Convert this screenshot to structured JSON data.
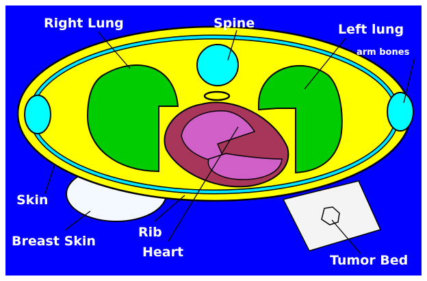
{
  "labels": {
    "right_lung": "Right Lung",
    "spine": "Spine",
    "left_lung": "Left lung",
    "arm_bones": "arm bones",
    "skin": "Skin",
    "breast_skin": "Breast Skin",
    "rib": "Rib",
    "heart": "Heart",
    "tumor_bed": "Tumor Bed"
  },
  "colors": {
    "background": "#0000ff",
    "body": "#ffff00",
    "outline": "#000000",
    "rib_ring": "#00e5ff",
    "lung": "#00cc00",
    "spine": "#00ffff",
    "arm_bone": "#00ffff",
    "heart_outer": "#a8355a",
    "heart_inner": "#d060c8",
    "breast": "#f4f8ff",
    "tumor_bed_plate": "#f4f4f4"
  }
}
